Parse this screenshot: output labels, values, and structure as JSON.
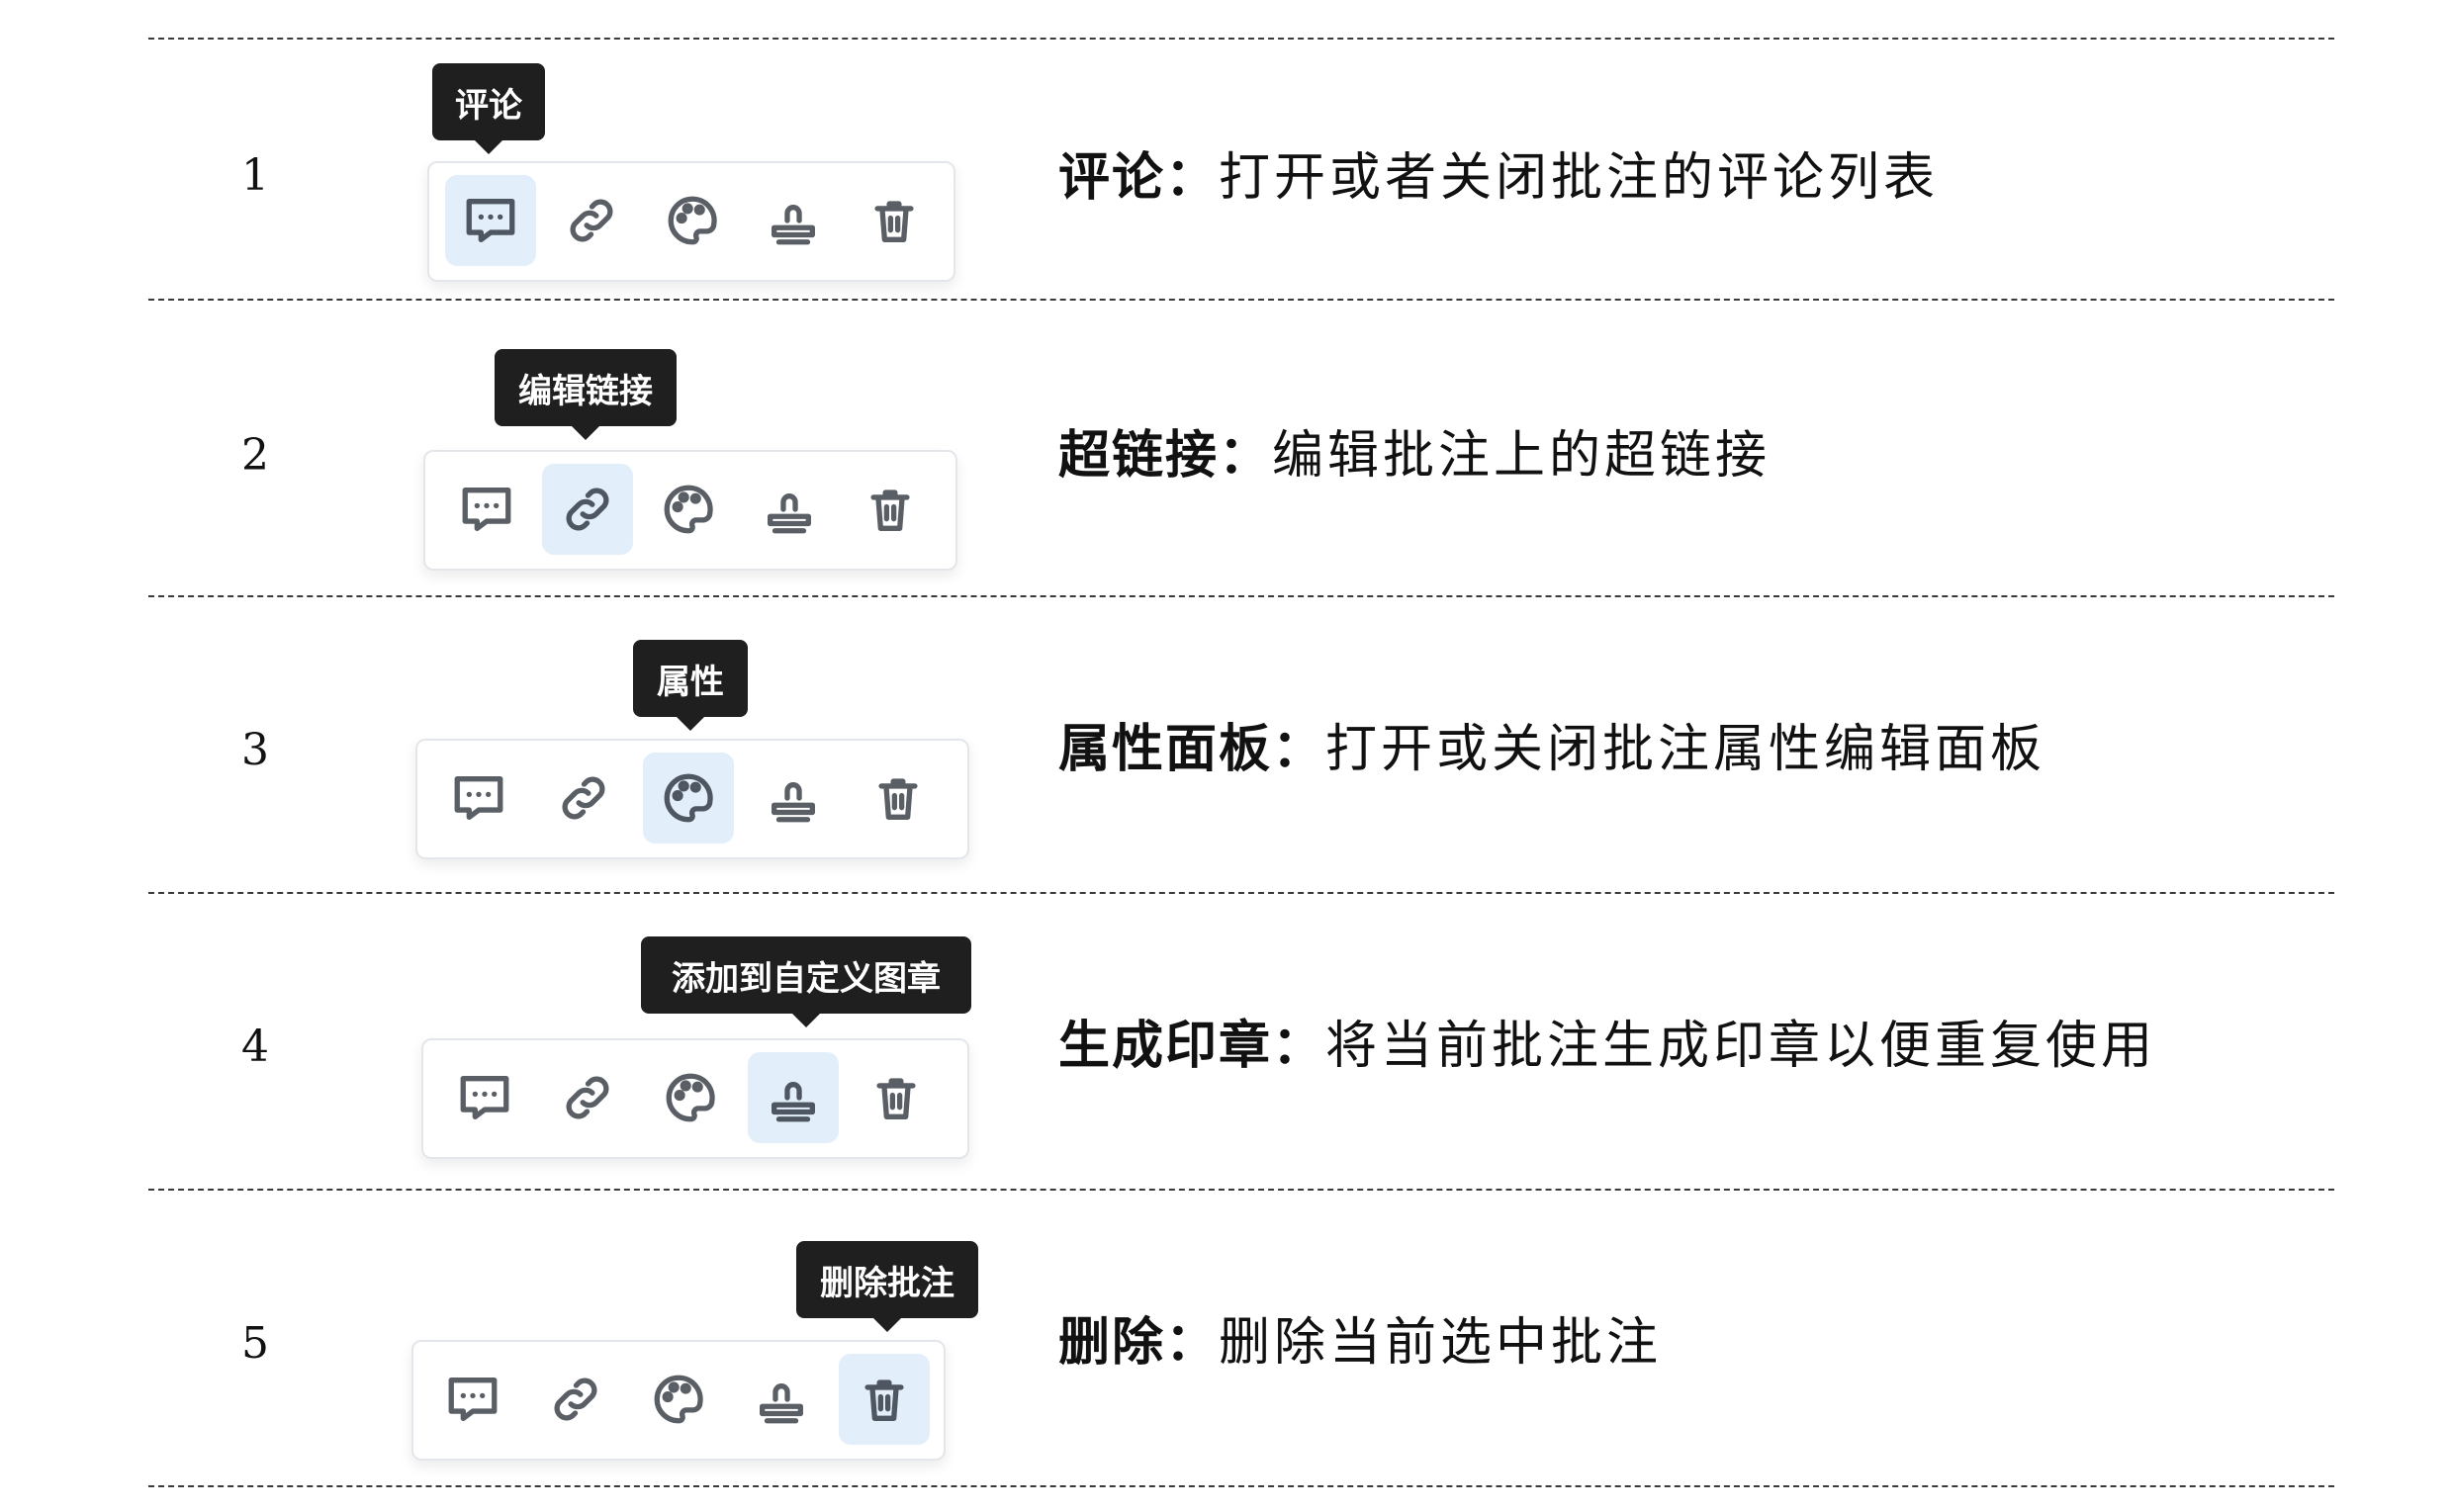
{
  "rows": [
    {
      "num": "1",
      "title": "评论：",
      "desc": "打开或者关闭批注的评论列表",
      "tooltip": "评论"
    },
    {
      "num": "2",
      "title": "超链接：",
      "desc": "编辑批注上的超链接",
      "tooltip": "编辑链接"
    },
    {
      "num": "3",
      "title": "属性面板：",
      "desc": "打开或关闭批注属性编辑面板",
      "tooltip": "属性"
    },
    {
      "num": "4",
      "title": "生成印章：",
      "desc": "将当前批注生成印章以便重复使用",
      "tooltip": "添加到自定义图章"
    },
    {
      "num": "5",
      "title": "删除：",
      "desc": "删除当前选中批注",
      "tooltip": "删除批注"
    }
  ],
  "toolbar_icons": [
    "comment-icon",
    "link-icon",
    "palette-icon",
    "stamp-icon",
    "trash-icon"
  ],
  "colors": {
    "active_bg": "#e3eefb",
    "tooltip_bg": "#1f1f1f",
    "icon": "#5a5f66"
  }
}
